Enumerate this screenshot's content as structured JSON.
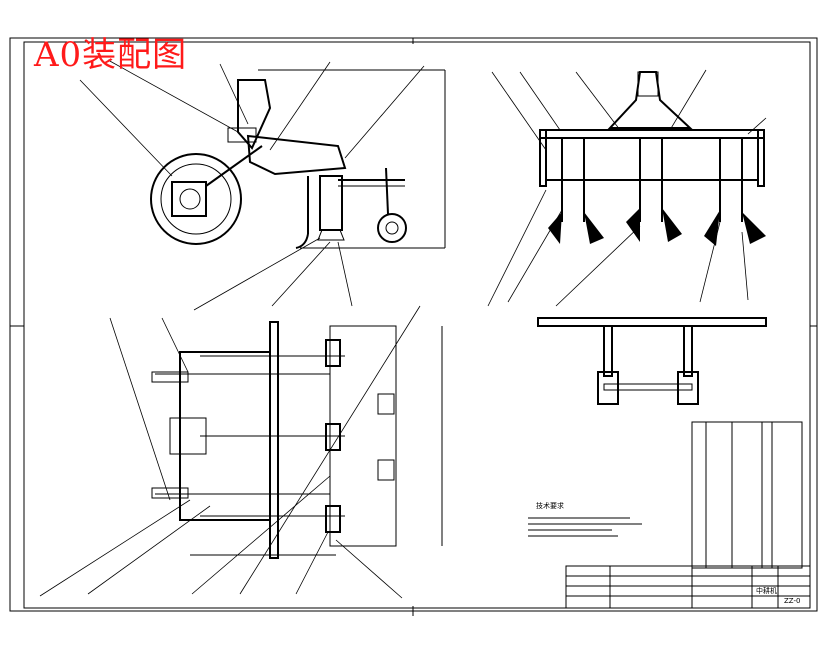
{
  "stamp": {
    "text": "A0装配图"
  },
  "colors": {
    "stamp": "#ff1a1a",
    "lines": "#000000",
    "paper": "#ffffff"
  },
  "notes": {
    "heading": "技术要求"
  },
  "title_block": {
    "drawing_code": "ZZ-0",
    "name": "中耕机"
  }
}
